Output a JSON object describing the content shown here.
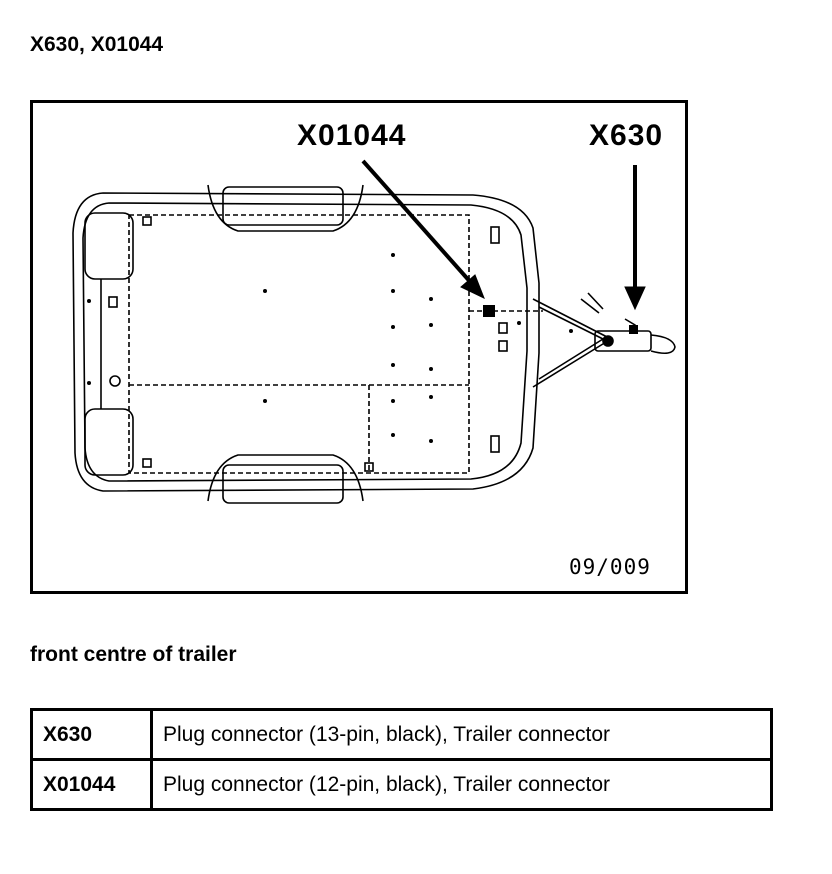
{
  "heading": "X630, X01044",
  "figure": {
    "callouts": {
      "x01044": "X01044",
      "x630": "X630"
    },
    "reference": "09/009"
  },
  "caption": "front centre of trailer",
  "legend": [
    {
      "code": "X630",
      "description": "Plug connector (13-pin, black), Trailer connector"
    },
    {
      "code": "X01044",
      "description": "Plug connector (12-pin, black), Trailer connector"
    }
  ]
}
